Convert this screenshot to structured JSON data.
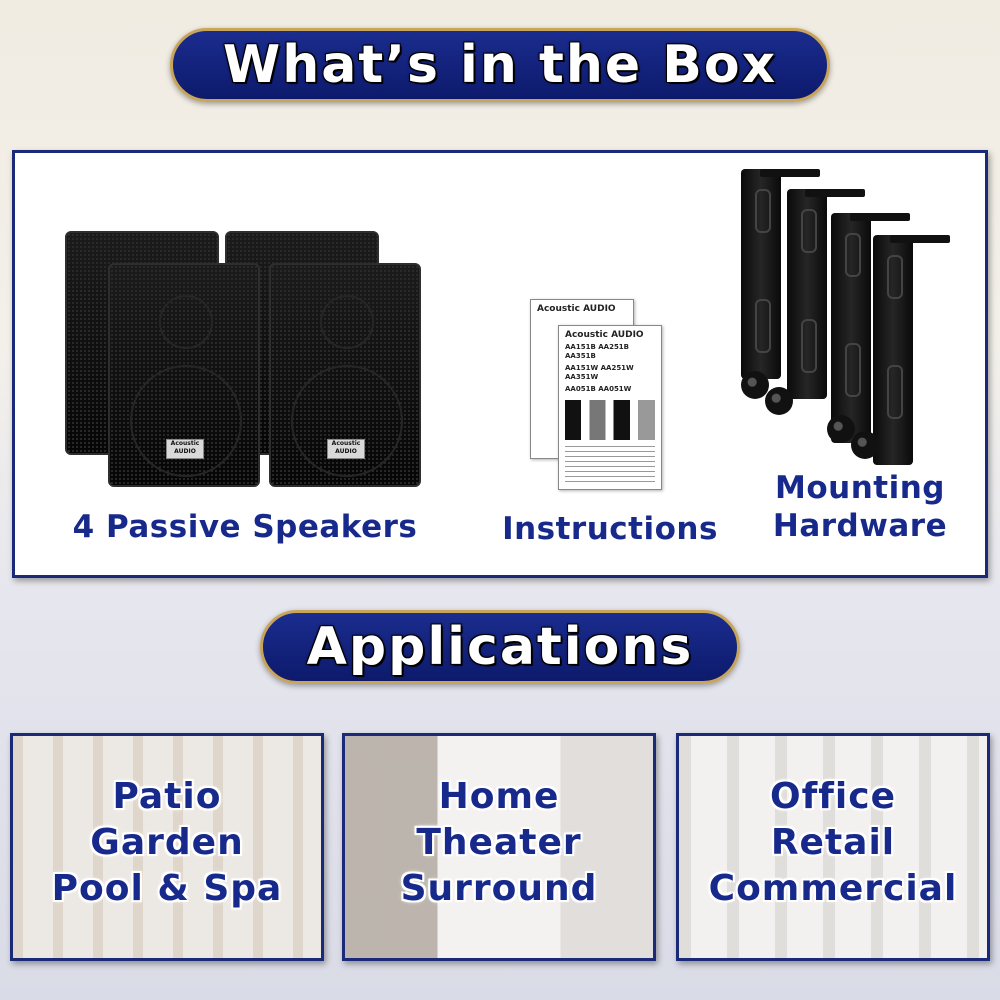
{
  "headings": {
    "box": "What’s in the Box",
    "applications": "Applications"
  },
  "box_items": {
    "speakers": {
      "label": "4 Passive Speakers",
      "badge": "Acoustic AUDIO"
    },
    "instructions": {
      "label": "Instructions",
      "sheet_brand": "Acoustic AUDIO",
      "models_row1": [
        "AA151B",
        "AA251B",
        "AA351B"
      ],
      "models_row2": [
        "AA151W",
        "AA251W",
        "AA351W"
      ],
      "models_row3": [
        "AA051B",
        "AA051W"
      ]
    },
    "mounting": {
      "label_line1": "Mounting",
      "label_line2": "Hardware"
    }
  },
  "applications": [
    {
      "line1": "Patio",
      "line2": "Garden",
      "line3": "Pool & Spa"
    },
    {
      "line1": "Home",
      "line2": "Theater",
      "line3": "Surround"
    },
    {
      "line1": "Office",
      "line2": "Retail",
      "line3": "Commercial"
    }
  ],
  "colors": {
    "accent": "#172a8c",
    "pill": "#0d1a6c",
    "border_gold": "#c9a55a"
  }
}
